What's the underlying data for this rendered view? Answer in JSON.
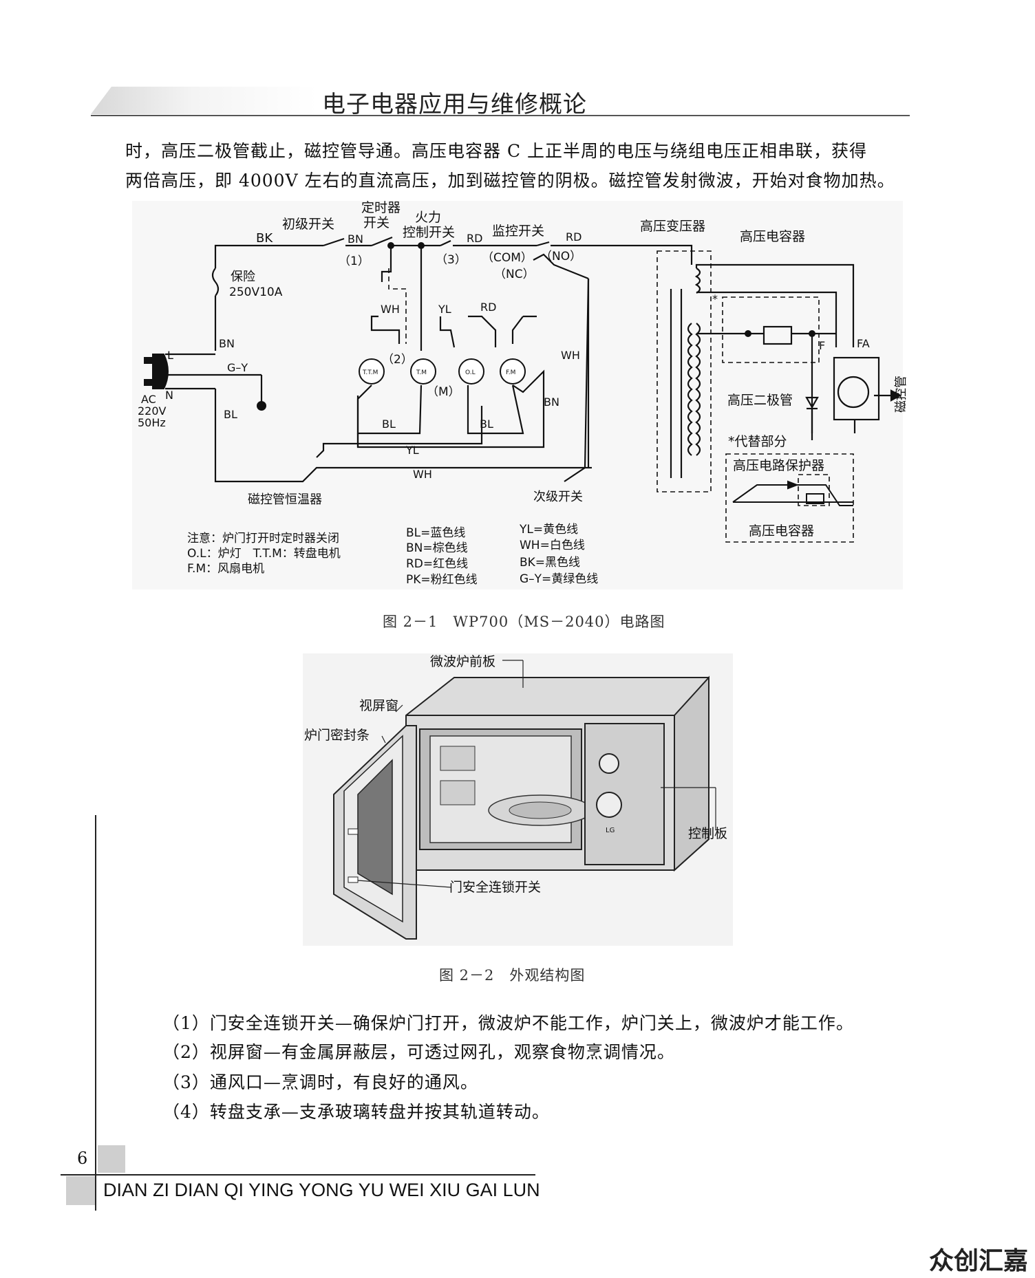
{
  "header": {
    "title": "电子电器应用与维修概论"
  },
  "intro": {
    "line1": "时，高压二极管截止，磁控管导通。高压电容器 C 上正半周的电压与绕组电压正相串联，获得",
    "line2": "两倍高压，即 4000V 左右的直流高压，加到磁控管的阴极。磁控管发射微波，开始对食物加热。"
  },
  "fig1": {
    "caption": "图 2－1　WP700（MS－2040）电路图",
    "labels": {
      "bk_top": "BK",
      "primary_switch": "初级开关",
      "timer_switch_1": "定时器",
      "timer_switch_2": "开关",
      "power_ctrl_1": "火力",
      "power_ctrl_2": "控制开关",
      "monitor_switch": "监控开关",
      "hv_transformer": "高压变压器",
      "hv_capacitor": "高压电容器",
      "bn1": "BN",
      "rd1": "RD",
      "rd2": "RD",
      "n1": "（1）",
      "n3": "（3）",
      "com": "（COM）",
      "nc": "（NC）",
      "no": "（NO）",
      "fuse_1": "保险",
      "fuse_2": "250V10A",
      "wh1": "WH",
      "yl1": "YL",
      "rd3": "RD",
      "wh_right": "WH",
      "bn_left": "BN",
      "l": "L",
      "gy": "G–Y",
      "ac": "AC",
      "n": "N",
      "v220": "220V",
      "hz50": "50Hz",
      "bl_left": "BL",
      "ttm": "T.T.M",
      "tm": "T.M",
      "ol": "O.L",
      "fm": "F.M",
      "n2": "（2）",
      "m": "（M）",
      "bn_fan": "BN",
      "bl1": "BL",
      "bl2": "BL",
      "yl_bottom": "YL",
      "wh_bottom": "WH",
      "magnetron_thermostat": "磁控管恒温器",
      "secondary_switch": "次级开关",
      "f": "F",
      "fa": "FA",
      "hv_diode": "高压二极管",
      "magnetron": "磁控管",
      "replacement": "*代替部分",
      "hv_protector": "高压电路保护器",
      "hv_capacitor2": "高压电容器",
      "star": "*",
      "note1": "注意：炉门打开时定时器关闭",
      "note2": "O.L：炉灯　T.T.M：转盘电机",
      "note3": "F.M：风扇电机",
      "legend_bl": "BL=蓝色线",
      "legend_bn": "BN=棕色线",
      "legend_rd": "RD=红色线",
      "legend_pk": "PK=粉红色线",
      "legend_yl": "YL=黄色线",
      "legend_wh": "WH=白色线",
      "legend_bk": "BK=黑色线",
      "legend_gy": "G–Y=黄绿色线"
    }
  },
  "fig2": {
    "caption": "图 2－2　外观结构图",
    "labels": {
      "front_panel": "微波炉前板",
      "view_window": "视屏窗",
      "door_seal": "炉门密封条",
      "control_panel": "控制板",
      "interlock": "门安全连锁开关",
      "brand_mark": "LG"
    }
  },
  "list": [
    "（1）门安全连锁开关—确保炉门打开，微波炉不能工作，炉门关上，微波炉才能工作。",
    "（2）视屏窗—有金属屏蔽层，可透过网孔，观察食物烹调情况。",
    "（3）通风口—烹调时，有良好的通风。",
    "（4）转盘支承—支承玻璃转盘并按其轨道转动。"
  ],
  "footer": {
    "page_number": "6",
    "pinyin_title": "DIAN ZI DIAN QI YING YONG YU WEI XIU GAI LUN",
    "watermark": "众创汇嘉"
  }
}
